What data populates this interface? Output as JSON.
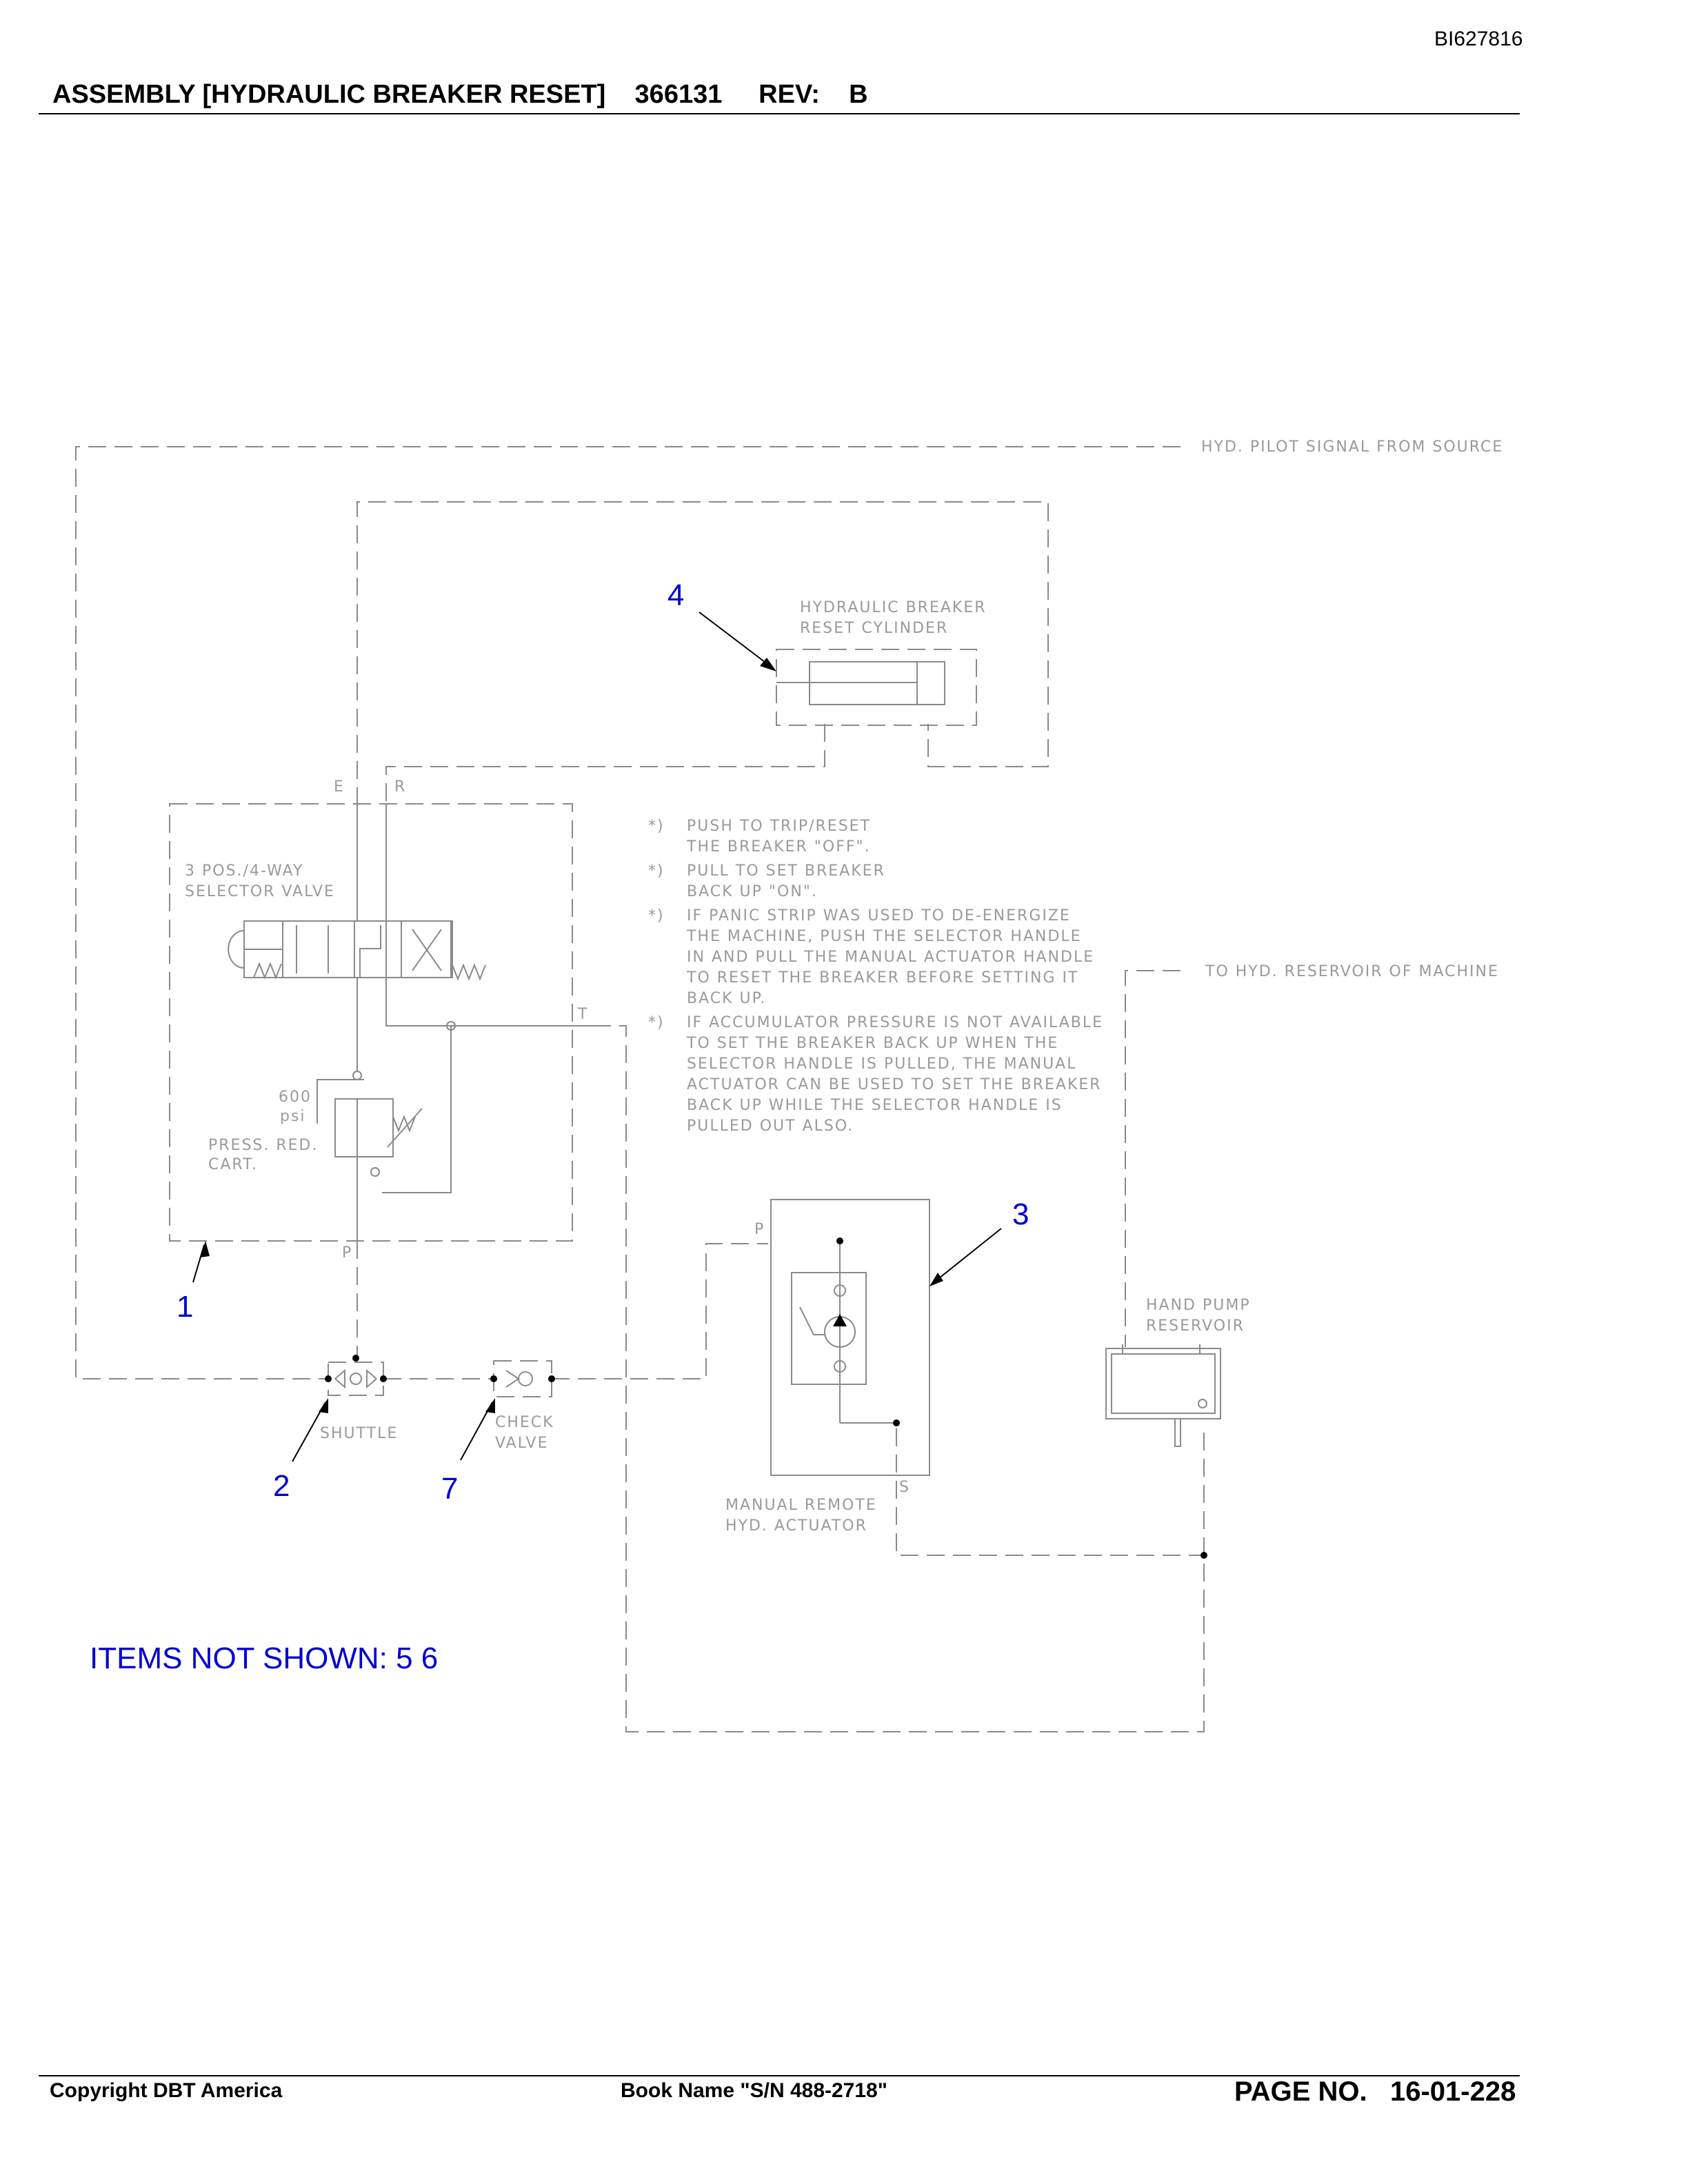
{
  "header": {
    "doc_id": "BI627816",
    "title": "ASSEMBLY [HYDRAULIC BREAKER RESET]",
    "part_number": "366131",
    "rev_label": "REV:",
    "rev_value": "B"
  },
  "footer": {
    "copyright": "Copyright DBT America",
    "book_name": "Book Name \"S/N 488-2718\"",
    "page_label": "PAGE NO.",
    "page_number": "16-01-228"
  },
  "diagram": {
    "line_labels": {
      "pilot_signal": "HYD. PILOT SIGNAL FROM SOURCE",
      "to_reservoir": "TO HYD. RESERVOIR OF MACHINE"
    },
    "port_labels": {
      "e": "E",
      "r": "R",
      "t": "T",
      "p_valve": "P",
      "p_actuator": "P",
      "s": "S"
    },
    "components": {
      "cylinder": [
        "HYDRAULIC BREAKER",
        "RESET CYLINDER"
      ],
      "selector_valve": [
        "3 POS./4-WAY",
        "SELECTOR VALVE"
      ],
      "pressure_setting": [
        "600",
        "psi"
      ],
      "press_red_cart": [
        "PRESS. RED.",
        "CART."
      ],
      "shuttle": "SHUTTLE",
      "check_valve": [
        "CHECK",
        "VALVE"
      ],
      "actuator": [
        "MANUAL REMOTE",
        "HYD. ACTUATOR"
      ],
      "hand_pump": [
        "HAND PUMP",
        "RESERVOIR"
      ]
    },
    "notes": [
      {
        "marker": "*)",
        "lines": [
          "PUSH TO TRIP/RESET",
          "THE BREAKER \"OFF\"."
        ]
      },
      {
        "marker": "*)",
        "lines": [
          "PULL TO SET BREAKER",
          "BACK UP \"ON\"."
        ]
      },
      {
        "marker": "*)",
        "lines": [
          "IF PANIC STRIP WAS USED TO DE-ENERGIZE",
          "THE MACHINE,  PUSH THE SELECTOR HANDLE",
          "IN AND PULL THE MANUAL ACTUATOR HANDLE",
          "TO RESET THE BREAKER BEFORE SETTING IT",
          "BACK UP."
        ]
      },
      {
        "marker": "*)",
        "lines": [
          "IF ACCUMULATOR PRESSURE IS NOT AVAILABLE",
          "TO SET THE BREAKER BACK UP WHEN THE",
          "SELECTOR HANDLE IS PULLED, THE MANUAL",
          "ACTUATOR CAN BE USED TO SET THE BREAKER",
          "BACK UP WHILE THE SELECTOR HANDLE IS",
          "PULLED OUT ALSO."
        ]
      }
    ],
    "callouts": {
      "c1": "1",
      "c2": "2",
      "c3": "3",
      "c4": "4",
      "c7": "7"
    },
    "items_not_shown": "ITEMS NOT SHOWN:   5   6"
  },
  "colors": {
    "callout": "#0000d0",
    "diagram_line": "#8a8a8a"
  }
}
